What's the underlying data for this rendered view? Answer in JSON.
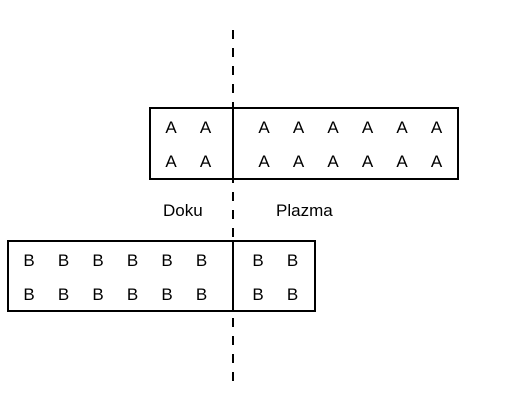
{
  "labels": {
    "left": "Doku",
    "right": "Plazma"
  },
  "box_a": {
    "letter": "A",
    "rows": [
      {
        "left": [
          "A",
          "A"
        ],
        "right": [
          "A",
          "A",
          "A",
          "A",
          "A",
          "A"
        ]
      },
      {
        "left": [
          "A",
          "A"
        ],
        "right": [
          "A",
          "A",
          "A",
          "A",
          "A",
          "A"
        ]
      }
    ]
  },
  "box_b": {
    "letter": "B",
    "rows": [
      {
        "left": [
          "B",
          "B",
          "B",
          "B",
          "B",
          "B"
        ],
        "right": [
          "B",
          "B"
        ]
      },
      {
        "left": [
          "B",
          "B",
          "B",
          "B",
          "B",
          "B"
        ],
        "right": [
          "B",
          "B"
        ]
      }
    ]
  },
  "colors": {
    "line": "#000000",
    "background": "#ffffff"
  }
}
